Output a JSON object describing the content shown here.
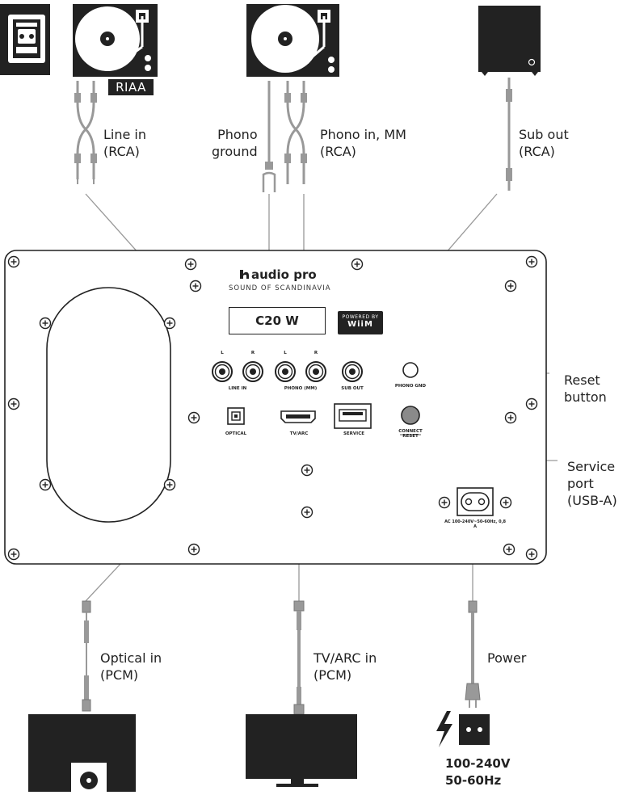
{
  "brand": {
    "name": "audio pro",
    "tagline": "SOUND OF SCANDINAVIA",
    "model": "C20 W",
    "badge_top": "POWERED BY",
    "badge_bottom": "WiiM"
  },
  "callouts": {
    "line_in": [
      "Line in",
      "(RCA)"
    ],
    "phono_ground": [
      "Phono",
      "ground"
    ],
    "phono_in": [
      "Phono in, MM",
      "(RCA)"
    ],
    "sub_out": [
      "Sub out",
      "(RCA)"
    ],
    "reset": [
      "Reset",
      "button"
    ],
    "service": [
      "Service",
      "port",
      "(USB-A)"
    ],
    "optical": [
      "Optical in",
      "(PCM)"
    ],
    "tv_arc": [
      "TV/ARC in",
      "(PCM)"
    ],
    "power": "Power",
    "voltage": [
      "100-240V",
      "50-60Hz"
    ]
  },
  "riaa": "RIAA",
  "panel_labels": {
    "l1": "L",
    "r1": "R",
    "l2": "L",
    "r2": "R",
    "line_in": "LINE IN",
    "phono_mm": "PHONO (MM)",
    "sub_out": "SUB OUT",
    "phono_gnd": "PHONO GND",
    "optical": "OPTICAL",
    "tv_arc": "TV/ARC",
    "service": "SERVICE",
    "connect_reset": [
      "CONNECT",
      "RESET"
    ],
    "ac_rating": "AC 100-240V~50-60Hz, 0,8 A"
  },
  "colors": {
    "ink": "#222222",
    "cable": "#999999",
    "reset_button": "#8a8a8a"
  }
}
